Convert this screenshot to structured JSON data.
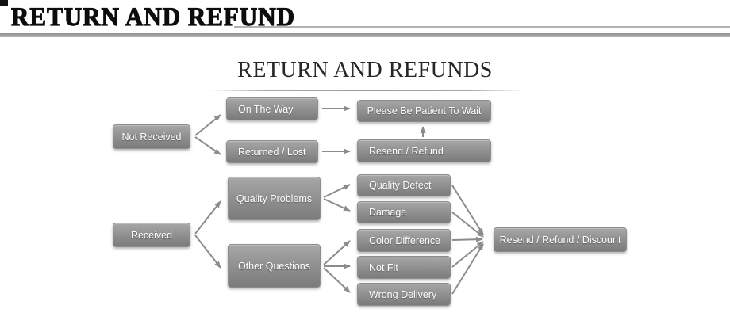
{
  "header": {
    "title": "RETURN AND REFUND"
  },
  "diagram": {
    "title": "RETURN AND REFUNDS",
    "nodes": [
      {
        "id": "not-received",
        "label": "Not Received"
      },
      {
        "id": "on-the-way",
        "label": "On The Way"
      },
      {
        "id": "please-be-patient",
        "label": "Please Be Patient To Wait"
      },
      {
        "id": "returned-lost",
        "label": "Returned / Lost"
      },
      {
        "id": "resend-refund",
        "label": "Resend / Refund"
      },
      {
        "id": "received",
        "label": "Received"
      },
      {
        "id": "quality-problems",
        "label": "Quality Problems"
      },
      {
        "id": "other-questions",
        "label": "Other Questions"
      },
      {
        "id": "quality-defect",
        "label": "Quality Defect"
      },
      {
        "id": "damage",
        "label": "Damage"
      },
      {
        "id": "color-difference",
        "label": "Color Difference"
      },
      {
        "id": "not-fit",
        "label": "Not Fit"
      },
      {
        "id": "wrong-delivery",
        "label": "Wrong Delivery"
      },
      {
        "id": "resend-refund-discount",
        "label": "Resend / Refund / Discount"
      }
    ],
    "colors": {
      "node_gradient_top": "#a7a7a7",
      "node_gradient_bottom": "#7b7b7b",
      "arrow": "#8c8c8c",
      "node_text": "#ffffff",
      "header_rule": "#a5a5a5"
    }
  }
}
